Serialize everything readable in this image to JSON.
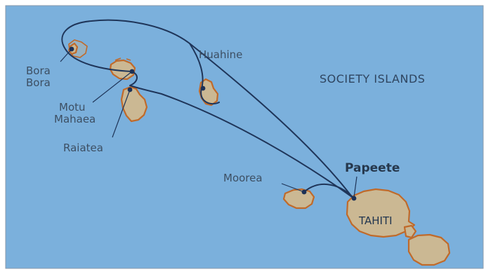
{
  "map": {
    "region_title": "SOCIETY ISLANDS",
    "colors": {
      "sea": "#7bb0dc",
      "land": "#cbb893",
      "coast": "#c06a2a",
      "route": "#1f3559",
      "frame": "#8a9aab"
    },
    "labels": {
      "bora_bora_line1": "Bora",
      "bora_bora_line2": "Bora",
      "huahine": "Huahine",
      "motu_line1": "Motu",
      "motu_line2": "Mahaea",
      "raiatea": "Raiatea",
      "moorea": "Moorea",
      "papeete": "Papeete",
      "tahiti": "TAHITI"
    }
  }
}
